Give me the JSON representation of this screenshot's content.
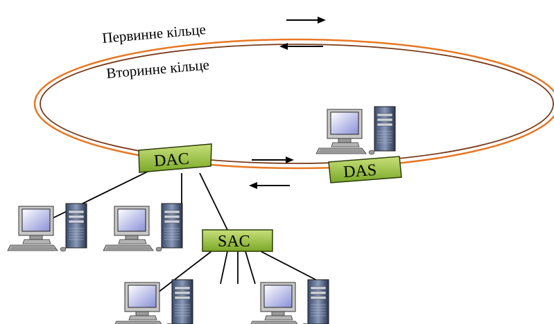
{
  "ring": {
    "primary_label": "Первинне кільце",
    "secondary_label": "Вторинне кільце",
    "outer_color": "#e87722",
    "inner_color": "#7a3b1a"
  },
  "nodes": {
    "dac": "DAC",
    "das": "DAS",
    "sac": "SAC",
    "box_color": "#8dbd2f"
  },
  "icons": {
    "workstation": "computer-workstation-icon"
  }
}
